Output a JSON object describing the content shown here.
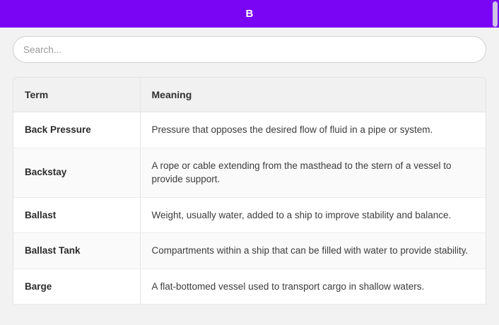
{
  "header": {
    "title": "B",
    "background_color": "#7A05F5",
    "text_color": "#FFFFFF"
  },
  "search": {
    "placeholder": "Search...",
    "value": ""
  },
  "table": {
    "columns": [
      "Term",
      "Meaning"
    ],
    "rows": [
      {
        "term": "Back Pressure",
        "meaning": "Pressure that opposes the desired flow of fluid in a pipe or system."
      },
      {
        "term": "Backstay",
        "meaning": "A rope or cable extending from the masthead to the stern of a vessel to provide support."
      },
      {
        "term": "Ballast",
        "meaning": "Weight, usually water, added to a ship to improve stability and balance."
      },
      {
        "term": "Ballast Tank",
        "meaning": "Compartments within a ship that can be filled with water to provide stability."
      },
      {
        "term": "Barge",
        "meaning": "A flat-bottomed vessel used to transport cargo in shallow waters."
      }
    ]
  },
  "scrollbar": {
    "thumb_color": "#CFC4E4"
  },
  "page": {
    "background_color": "#F2F2F2"
  }
}
